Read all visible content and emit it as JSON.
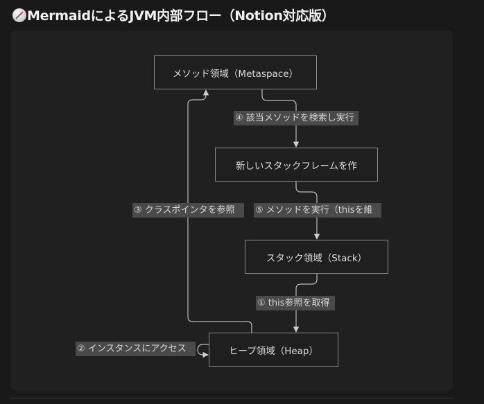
{
  "page": {
    "title_icon": "compass-icon",
    "title": "MermaidによるJVM内部フロー（Notion対応版）"
  },
  "diagram": {
    "type": "flowchart",
    "nodes": [
      {
        "id": "metaspace",
        "label": "メソッド領域（Metaspace）"
      },
      {
        "id": "frame",
        "label": "新しいスタックフレームを作"
      },
      {
        "id": "stack",
        "label": "スタック領域（Stack）"
      },
      {
        "id": "heap",
        "label": "ヒープ領域（Heap）"
      }
    ],
    "edges": [
      {
        "from": "stack",
        "to": "heap",
        "label": "① this参照を取得"
      },
      {
        "from": "heap",
        "to": "heap",
        "label": "② インスタンスにアクセス"
      },
      {
        "from": "heap",
        "to": "metaspace",
        "label": "③ クラスポインタを参照"
      },
      {
        "from": "metaspace",
        "to": "frame",
        "label": "④ 該当メソッドを検索し実行"
      },
      {
        "from": "frame",
        "to": "stack",
        "label": "⑤ メソッドを実行（thisを維"
      }
    ],
    "colors": {
      "background": "#191919",
      "card": "#202020",
      "node_border": "#8a8a8a",
      "edge": "#bdbdbd",
      "label_bg": "#4a4a4a"
    }
  }
}
